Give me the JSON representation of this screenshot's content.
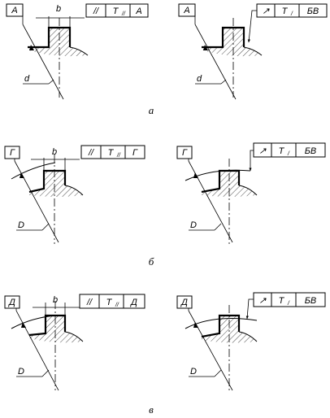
{
  "row_a": {
    "caption": "а",
    "left": {
      "datum": "А",
      "dimension": "b",
      "frame": [
        "//",
        "T",
        "А"
      ],
      "tol_sub": "//",
      "diameter": "d"
    },
    "right": {
      "datum": "А",
      "frame": [
        "↗",
        "T",
        "БВ"
      ],
      "tol_sub": "/",
      "diameter": "d"
    }
  },
  "row_b": {
    "caption": "б",
    "left": {
      "datum": "Г",
      "dimension": "b",
      "frame": [
        "//",
        "T",
        "Г"
      ],
      "tol_sub": "//",
      "diameter": "D"
    },
    "right": {
      "datum": "Г",
      "frame": [
        "↗",
        "T",
        "БВ"
      ],
      "tol_sub": "/",
      "diameter": "D"
    }
  },
  "row_c": {
    "caption": "в",
    "left": {
      "datum": "Д",
      "dimension": "b",
      "frame": [
        "//",
        "T",
        "Д"
      ],
      "tol_sub": "//",
      "diameter": "D"
    },
    "right": {
      "datum": "Д",
      "frame": [
        "↗",
        "T",
        "БВ"
      ],
      "tol_sub": "/",
      "diameter": "D"
    }
  }
}
